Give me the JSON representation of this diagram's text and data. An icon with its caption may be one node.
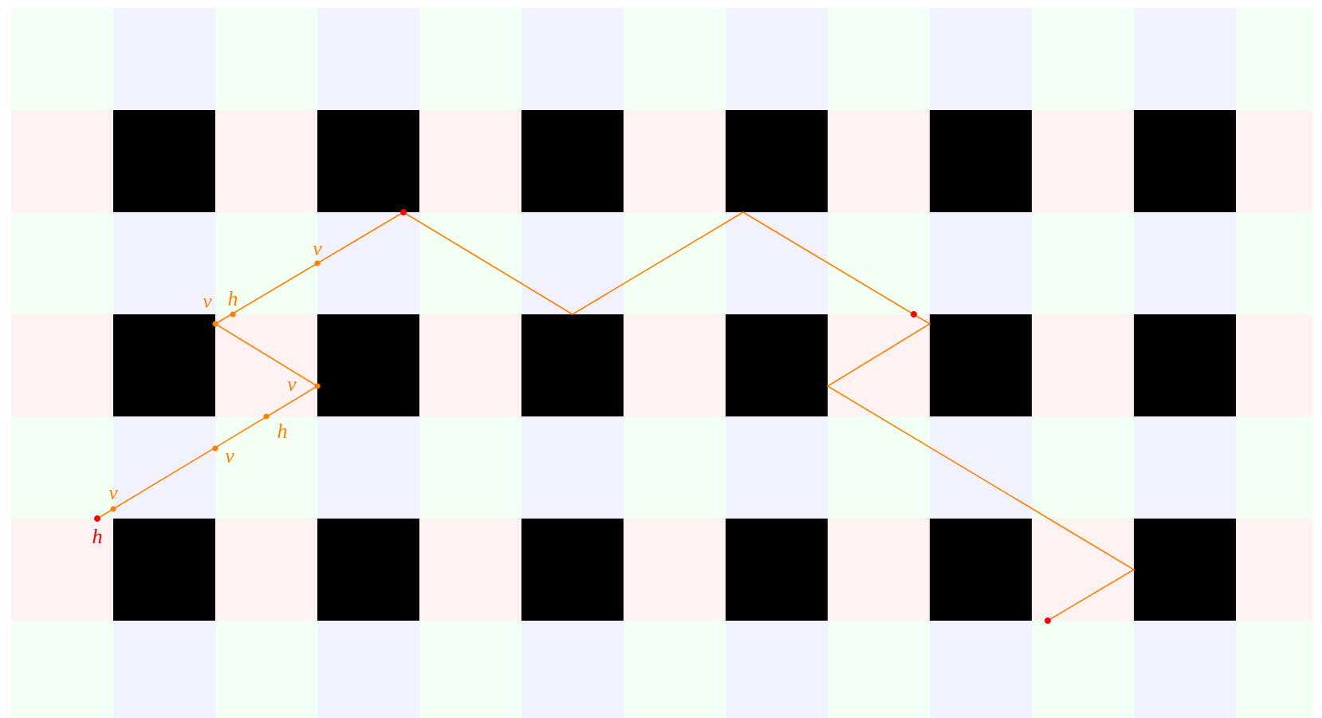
{
  "diagram": {
    "labels": [
      "v",
      "v",
      "h",
      "v",
      "h",
      "v",
      "v",
      "h"
    ]
  }
}
